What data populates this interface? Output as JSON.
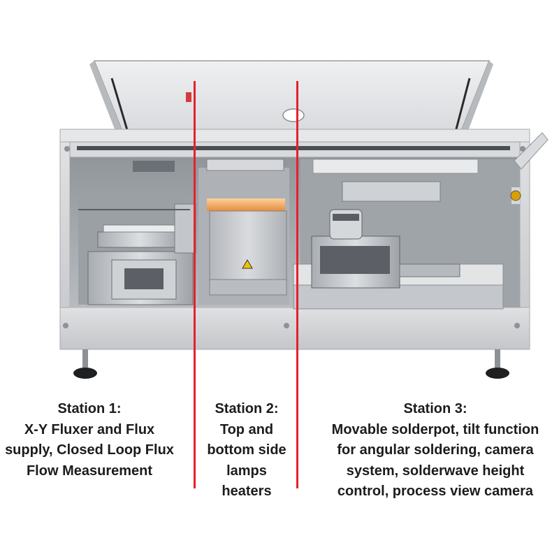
{
  "stations": [
    {
      "title": "Station 1:",
      "lines": [
        "X-Y Fluxer and Flux",
        "supply, Closed Loop Flux",
        "Flow Measurement"
      ]
    },
    {
      "title": "Station 2:",
      "lines": [
        "Top and",
        "bottom side",
        "lamps",
        "heaters"
      ]
    },
    {
      "title": "Station 3:",
      "lines": [
        "Movable solderpot, tilt function",
        "for angular soldering, camera",
        "system, solderwave height",
        "control, process view camera"
      ]
    }
  ],
  "colors": {
    "divider": "#e8202a",
    "machine_frame": "#c9cbce",
    "lamp_glow": "#f4a15a",
    "text": "#1c1c1c"
  },
  "icons": [
    "warning-triangle-icon",
    "emergency-stop-button-icon"
  ]
}
